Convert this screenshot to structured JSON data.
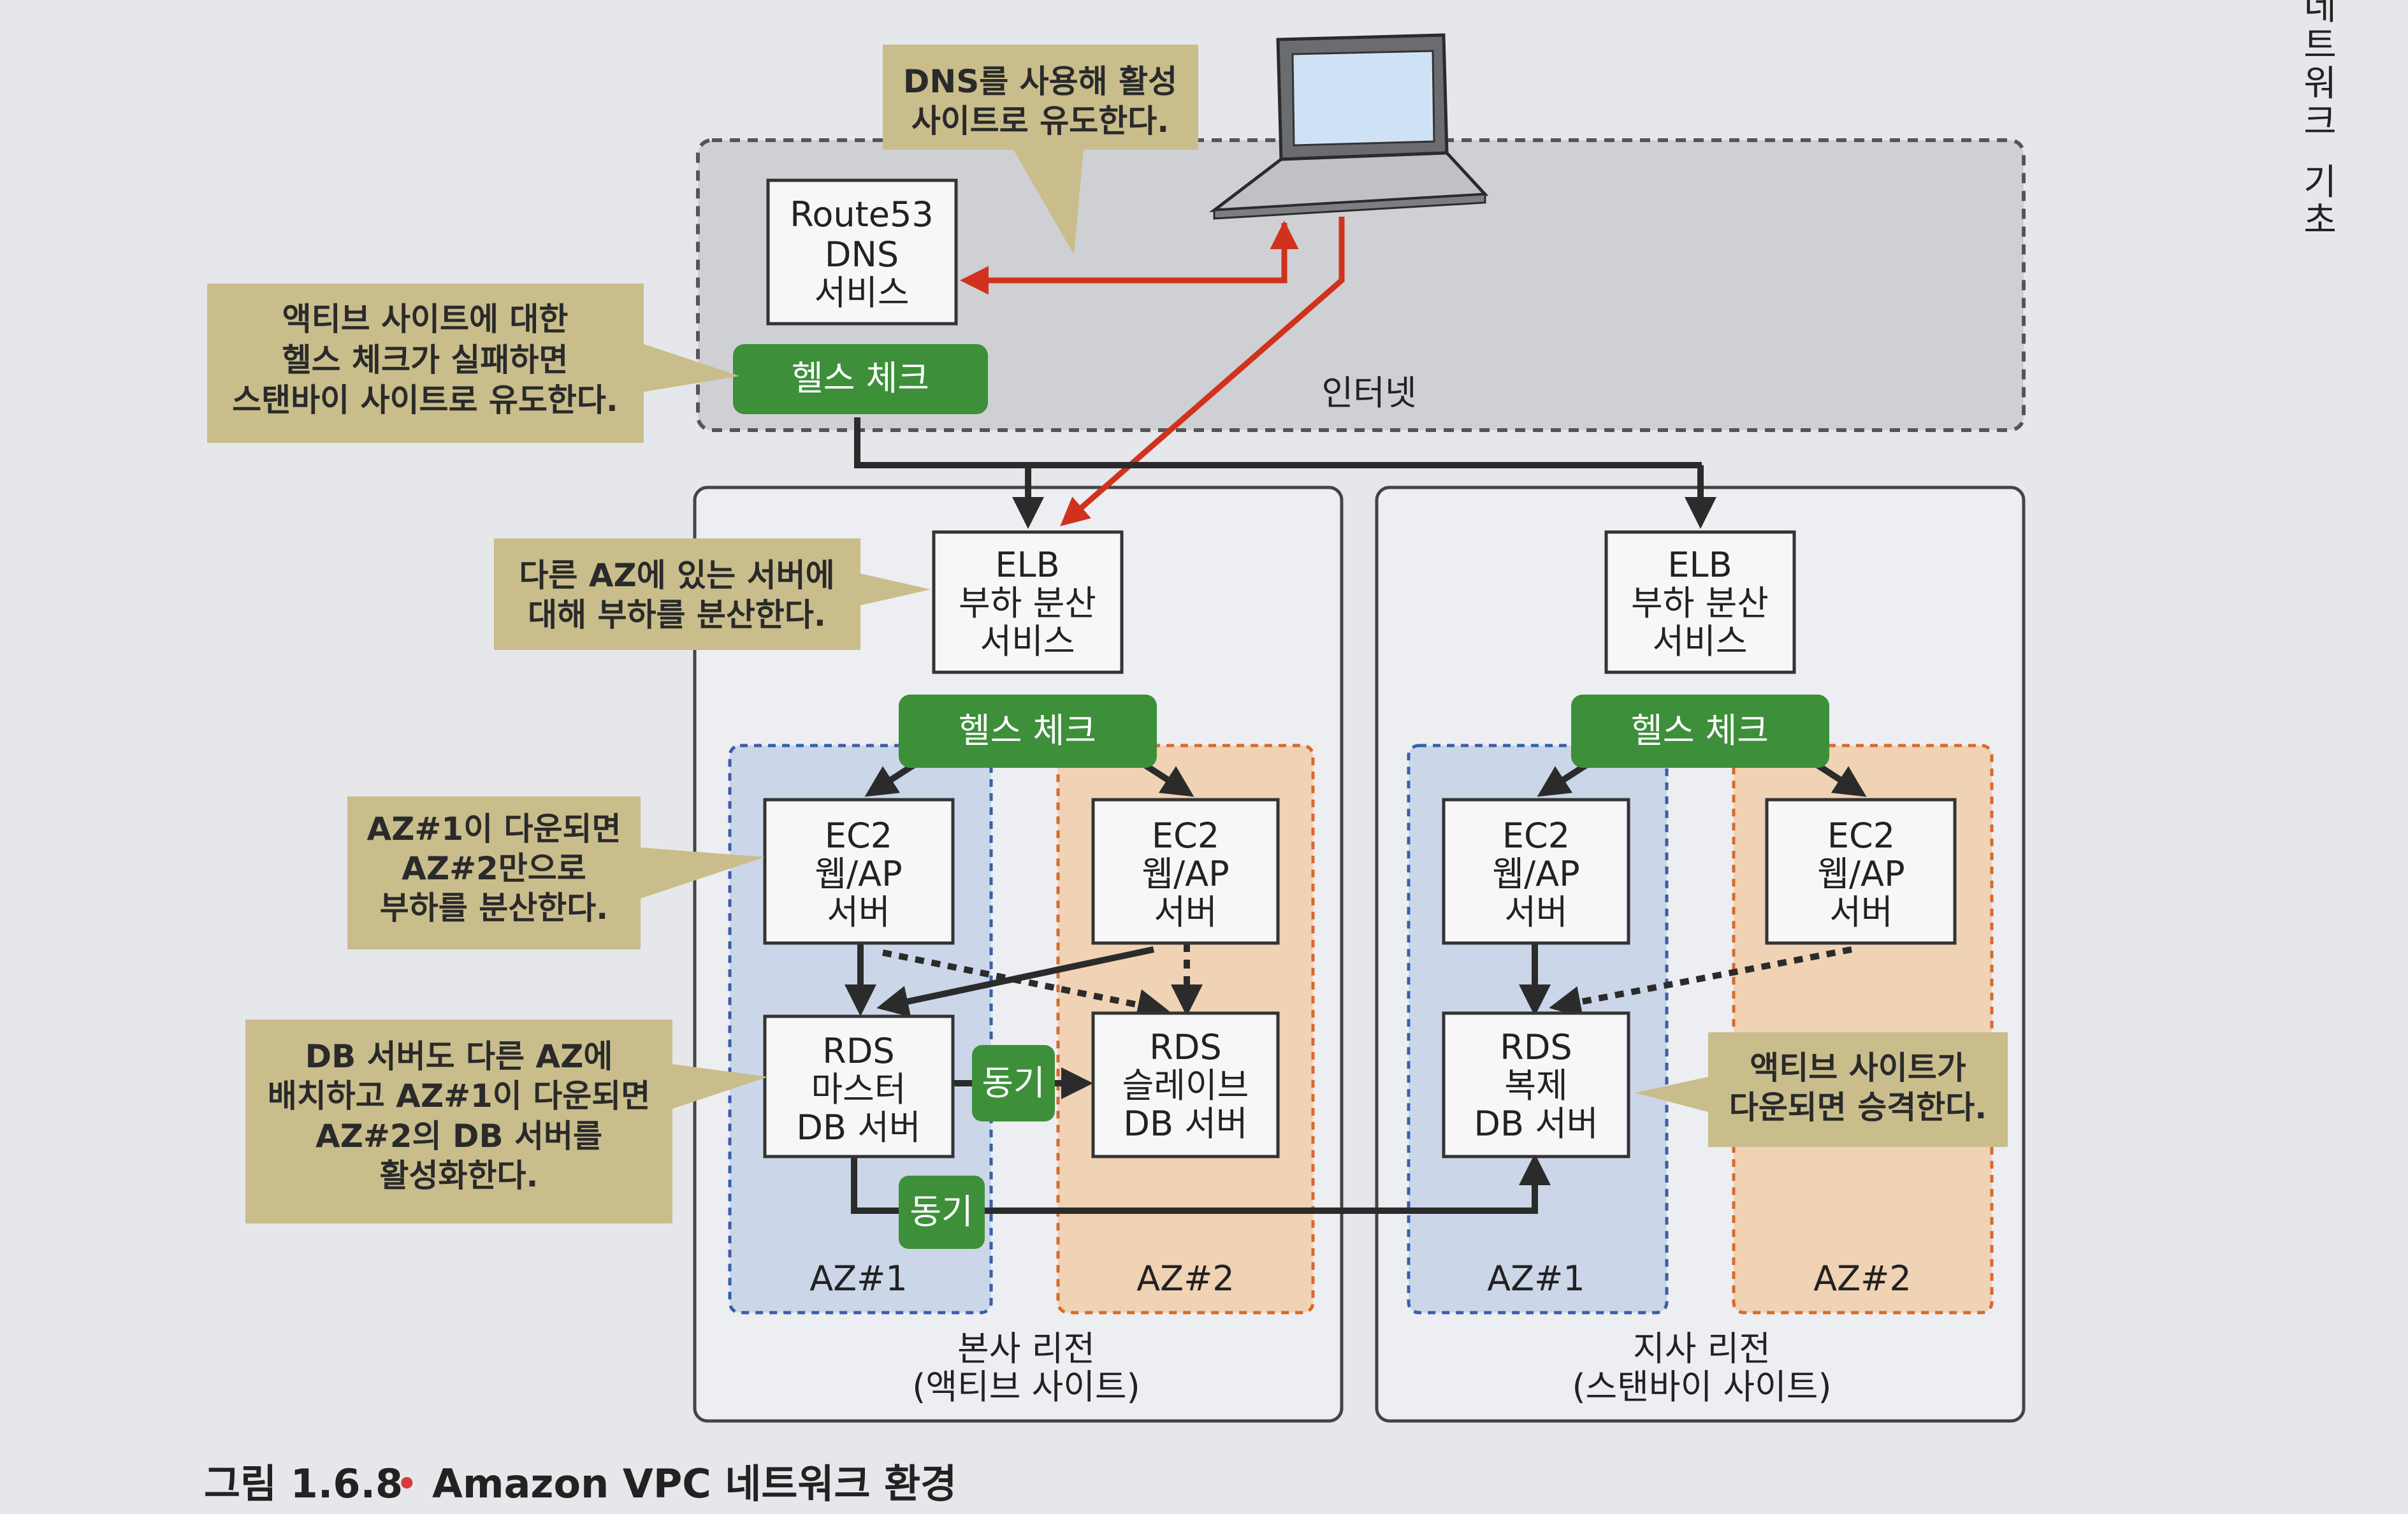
{
  "colors": {
    "background": "#e6e7ea",
    "internet_panel": "#cfd0d3",
    "green": "#3d8f3a",
    "red_arrow": "#d0321e",
    "callout": "#c9bd8c",
    "az_blue": "#cbd6e8",
    "az_orange": "#f0d2b4",
    "caption_bullet": "#d8393e"
  },
  "icons": {
    "laptop": "laptop-icon"
  },
  "internet": {
    "label": "인터넷",
    "route53": [
      "Route53",
      "DNS",
      "서비스"
    ],
    "health_check": "헬스 체크"
  },
  "regions": [
    {
      "label": [
        "본사 리전",
        "(액티브 사이트)"
      ],
      "elb": [
        "ELB",
        "부하 분산",
        "서비스"
      ],
      "health_check": "헬스 체크",
      "az1": "AZ#1",
      "az2": "AZ#2",
      "ec2_a": [
        "EC2",
        "웹/AP",
        "서버"
      ],
      "ec2_b": [
        "EC2",
        "웹/AP",
        "서버"
      ],
      "rds_master": [
        "RDS",
        "마스터",
        "DB 서버"
      ],
      "rds_slave": [
        "RDS",
        "슬레이브",
        "DB 서버"
      ],
      "sync_1": "동기",
      "sync_2": "동기"
    },
    {
      "label": [
        "지사 리전",
        "(스탠바이 사이트)"
      ],
      "elb": [
        "ELB",
        "부하 분산",
        "서비스"
      ],
      "health_check": "헬스 체크",
      "az1": "AZ#1",
      "az2": "AZ#2",
      "ec2_a": [
        "EC2",
        "웹/AP",
        "서버"
      ],
      "ec2_b": [
        "EC2",
        "웹/AP",
        "서버"
      ],
      "rds_replica": [
        "RDS",
        "복제",
        "DB 서버"
      ]
    }
  ],
  "callouts": {
    "dns": [
      "DNS를 사용해 활성",
      "사이트로 유도한다."
    ],
    "health_fail": [
      "액티브 사이트에 대한",
      "헬스 체크가 실패하면",
      "스탠바이 사이트로 유도한다."
    ],
    "elb_az": [
      "다른 AZ에 있는 서버에",
      "대해 부하를 분산한다."
    ],
    "az_down": [
      "AZ#1이 다운되면",
      "AZ#2만으로",
      "부하를 분산한다."
    ],
    "db_az": [
      "DB 서버도 다른 AZ에",
      "배치하고 AZ#1이 다운되면",
      "AZ#2의 DB 서버를",
      "활성화한다."
    ],
    "promote": [
      "액티브 사이트가",
      "다운되면 승격한다."
    ]
  },
  "side_text": [
    "네",
    "트",
    "워",
    "크",
    "기",
    "초"
  ],
  "caption": {
    "number": "그림 1.6.8",
    "bullet": "•",
    "title": "Amazon VPC 네트워크 환경"
  }
}
